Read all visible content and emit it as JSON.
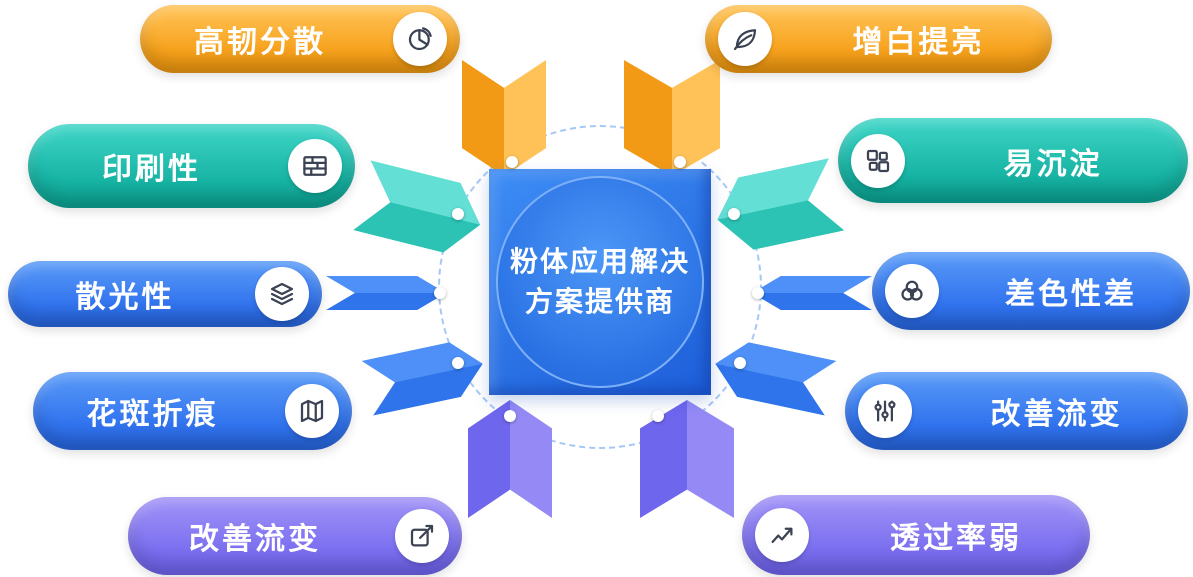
{
  "center": {
    "line1": "粉体应用解决",
    "line2": "方案提供商"
  },
  "left_items": [
    {
      "label": "高韧分散",
      "icon": "pie-chart-icon",
      "theme": "orange"
    },
    {
      "label": "印刷性",
      "icon": "print-icon",
      "theme": "teal"
    },
    {
      "label": "散光性",
      "icon": "layers-icon",
      "theme": "blue"
    },
    {
      "label": "花斑折痕",
      "icon": "map-icon",
      "theme": "blue"
    },
    {
      "label": "改善流变",
      "icon": "edit-icon",
      "theme": "purple"
    }
  ],
  "right_items": [
    {
      "label": "增白提亮",
      "icon": "leaf-icon",
      "theme": "orange"
    },
    {
      "label": "易沉淀",
      "icon": "blocks-icon",
      "theme": "teal"
    },
    {
      "label": "差色性差",
      "icon": "circles-icon",
      "theme": "blue"
    },
    {
      "label": "改善流变",
      "icon": "sliders-icon",
      "theme": "blue"
    },
    {
      "label": "透过率弱",
      "icon": "chart-icon",
      "theme": "purple"
    }
  ],
  "colors": {
    "orange": "#F7A21C",
    "teal": "#17B3A3",
    "blue": "#3173EE",
    "purple": "#7B6FF0",
    "center_blue": "#2A72E4",
    "dashed_ring": "#A6C8F5"
  }
}
